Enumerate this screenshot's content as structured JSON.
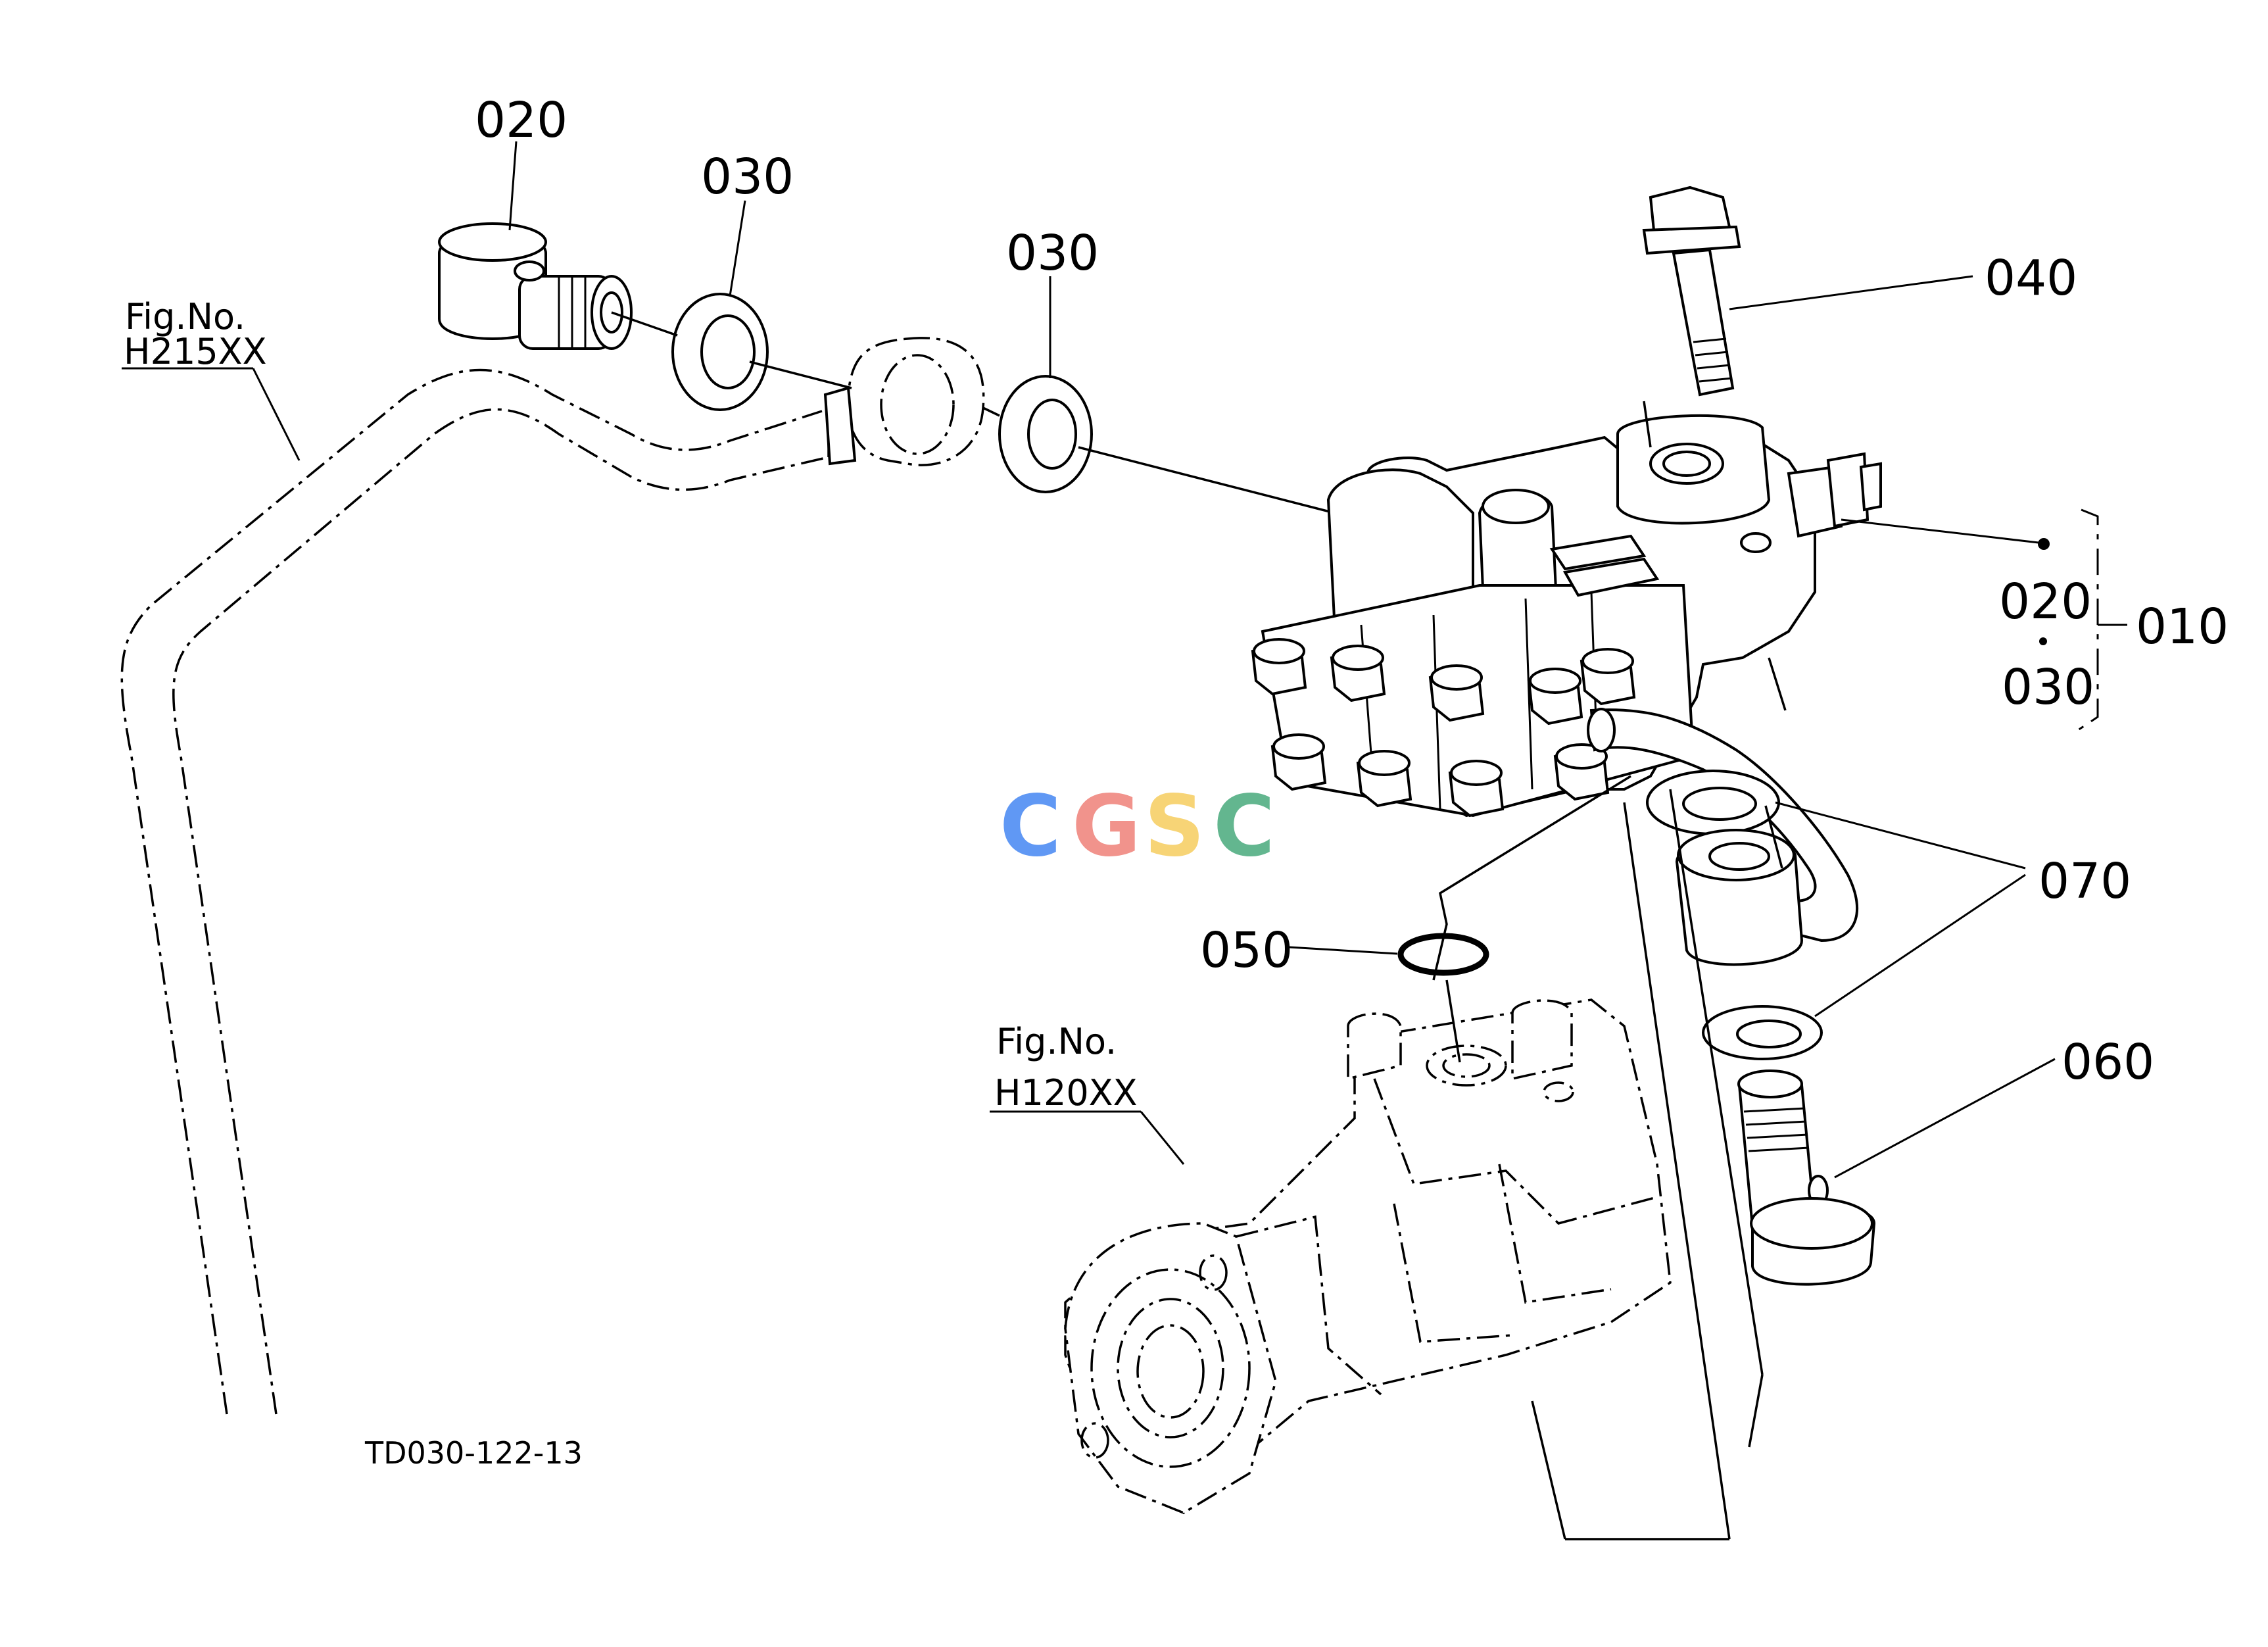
{
  "labels": {
    "p020_top": "020",
    "p030_a": "030",
    "p030_b": "030",
    "p040": "040",
    "p020_group": "020",
    "p030_group": "030",
    "p010": "010",
    "p070": "070",
    "p050": "050",
    "p060": "060"
  },
  "references": {
    "fig_word_1": "Fig.No.",
    "fig_num_1": "H215XX",
    "fig_word_2": "Fig.No.",
    "fig_num_2": "H120XX"
  },
  "drawing_code": "TD030-122-13",
  "watermark": {
    "letters": [
      "C",
      "G",
      "S",
      "C"
    ],
    "colors": [
      "#4f8df3",
      "#ea5a4f",
      "#f4c23d",
      "#2f9e6a"
    ]
  }
}
